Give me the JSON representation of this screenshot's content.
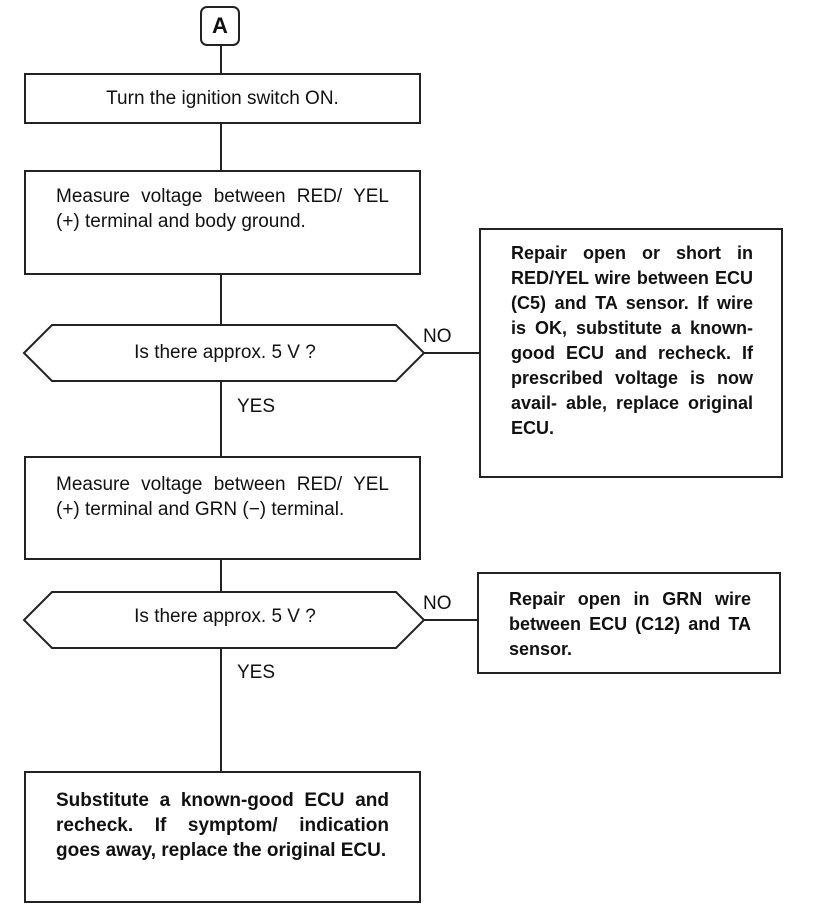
{
  "flowchart": {
    "connector_label": "A",
    "step1": "Turn the ignition switch ON.",
    "step2": "Measure voltage between RED/ YEL (+) terminal and body ground.",
    "decision1": "Is there approx. 5 V ?",
    "decision1_no_label": "NO",
    "decision1_yes_label": "YES",
    "decision1_no_action": "Repair open or short in RED/YEL wire between ECU (C5) and TA sensor. If wire is OK, substitute a known-good ECU and recheck. If prescribed voltage is now avail- able, replace original ECU.",
    "step3": "Measure voltage between RED/ YEL (+) terminal and GRN (−) terminal.",
    "decision2": "Is there approx. 5 V ?",
    "decision2_no_label": "NO",
    "decision2_yes_label": "YES",
    "decision2_no_action": "Repair open in GRN wire between ECU (C12) and TA sensor.",
    "final_step": "Substitute a known-good ECU and recheck. If symptom/ indication goes away, replace the original ECU."
  }
}
